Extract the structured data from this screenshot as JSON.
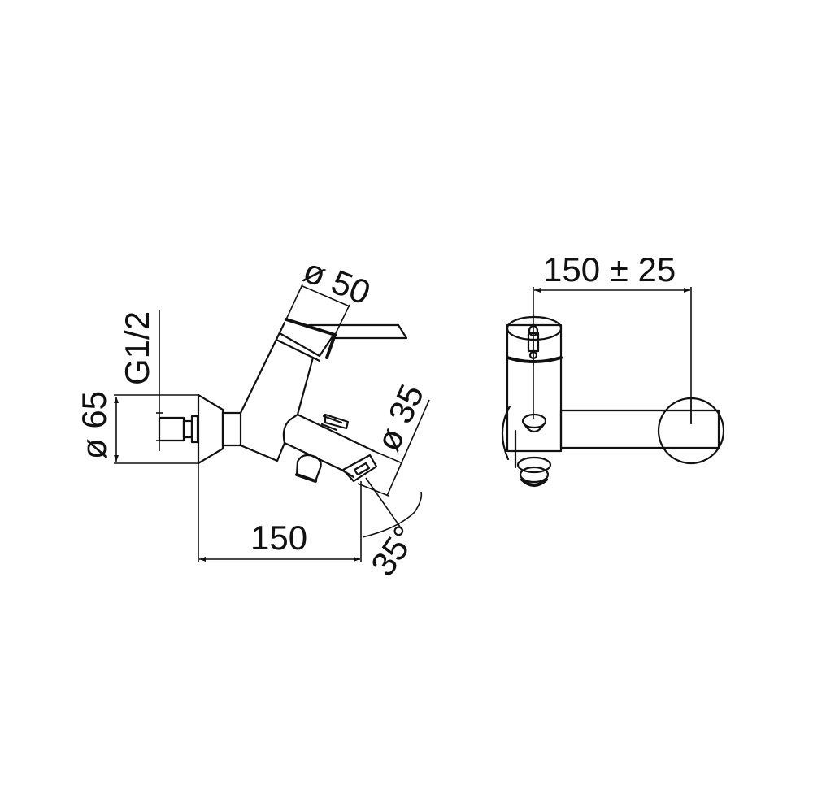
{
  "drawing": {
    "title": "Wall-mounted bath mixer technical drawing",
    "views": [
      "side-view",
      "front-view"
    ],
    "line_color": "#111111",
    "background": "#ffffff"
  },
  "side_view": {
    "dimensions": {
      "thread": "G1/2",
      "rosette_diameter": "ø 65",
      "handle_diameter": "ø 50",
      "spout_diameter": "ø 35",
      "projection": "150",
      "spout_angle": "35°"
    }
  },
  "front_view": {
    "dimensions": {
      "centre_distance": "150 ± 25"
    }
  }
}
